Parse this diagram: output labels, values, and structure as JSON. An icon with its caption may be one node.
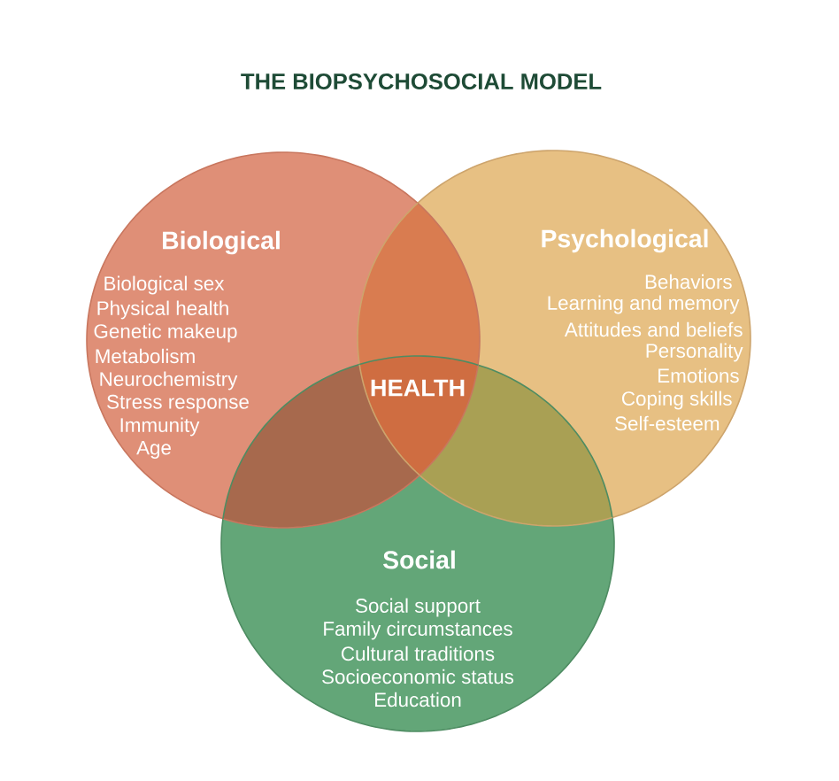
{
  "diagram": {
    "title": "THE BIOPSYCHOSOCIAL MODEL",
    "nodes": [
      {
        "text": [
          "Biological",
          "Biological sex",
          "Physical health",
          "Genetic makeup",
          "Metabolism",
          "Neurochemistry",
          "Stress response",
          "Immunity",
          "Age"
        ]
      },
      {
        "text": [
          "Psychological",
          "Behaviors",
          "Learning and memory",
          "Attitudes and beliefs",
          "Personality",
          "Emotions",
          "Coping skills",
          "Self-esteem"
        ]
      },
      {
        "text": [
          "Social",
          "Social support",
          "Family circumstances",
          "Cultural traditions",
          "Socioeconomic status",
          "Education"
        ]
      },
      {
        "text": [
          "HEALTH"
        ]
      }
    ]
  }
}
